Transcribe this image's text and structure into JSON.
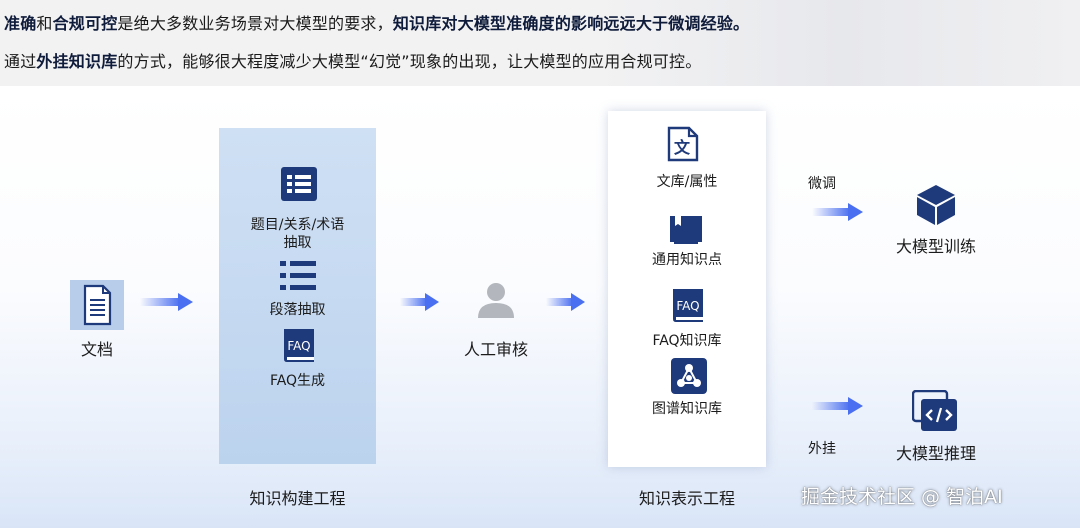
{
  "header": {
    "line1": [
      {
        "text": "准确",
        "bold": true
      },
      {
        "text": "和",
        "bold": false
      },
      {
        "text": "合规可控",
        "bold": true
      },
      {
        "text": "是绝大多数业务场景对大模型的要求，",
        "bold": false
      },
      {
        "text": "知识库对大模型准确度的影响远远大于微调经验。",
        "bold": true
      }
    ],
    "line2": [
      {
        "text": "通过",
        "bold": false
      },
      {
        "text": "外挂知识库",
        "bold": true
      },
      {
        "text": "的方式，能够很大程度减少大模型“幻觉”现象的出现，让大模型的应用合规可控。",
        "bold": false
      }
    ]
  },
  "diagram": {
    "document": {
      "label": "文档",
      "icon": "document-icon"
    },
    "build": {
      "title": "知识构建工程",
      "items": [
        {
          "label1": "题目/关系/术语",
          "label2": "抽取",
          "icon": "list-card-icon"
        },
        {
          "label1": "段落抽取",
          "icon": "paragraph-list-icon"
        },
        {
          "label1": "FAQ生成",
          "icon": "faq-book-icon"
        }
      ]
    },
    "review": {
      "label": "人工审核",
      "icon": "person-icon"
    },
    "representation": {
      "title": "知识表示工程",
      "items": [
        {
          "label": "文库/属性",
          "icon": "text-doc-icon"
        },
        {
          "label": "通用知识点",
          "icon": "open-book-icon"
        },
        {
          "label": "FAQ知识库",
          "icon": "faq-book-icon"
        },
        {
          "label": "图谱知识库",
          "icon": "graph-icon"
        }
      ]
    },
    "branches": [
      {
        "edge_label": "微调",
        "target": "大模型训练",
        "icon": "cube-icon"
      },
      {
        "edge_label": "外挂",
        "target": "大模型推理",
        "icon": "code-window-icon"
      }
    ]
  },
  "watermark": "掘金技术社区 @ 智泊AI",
  "colors": {
    "icon_blue": "#1f3a7a",
    "arrow_blue": "#4a6ff0",
    "build_box": "#c4d8f0"
  }
}
